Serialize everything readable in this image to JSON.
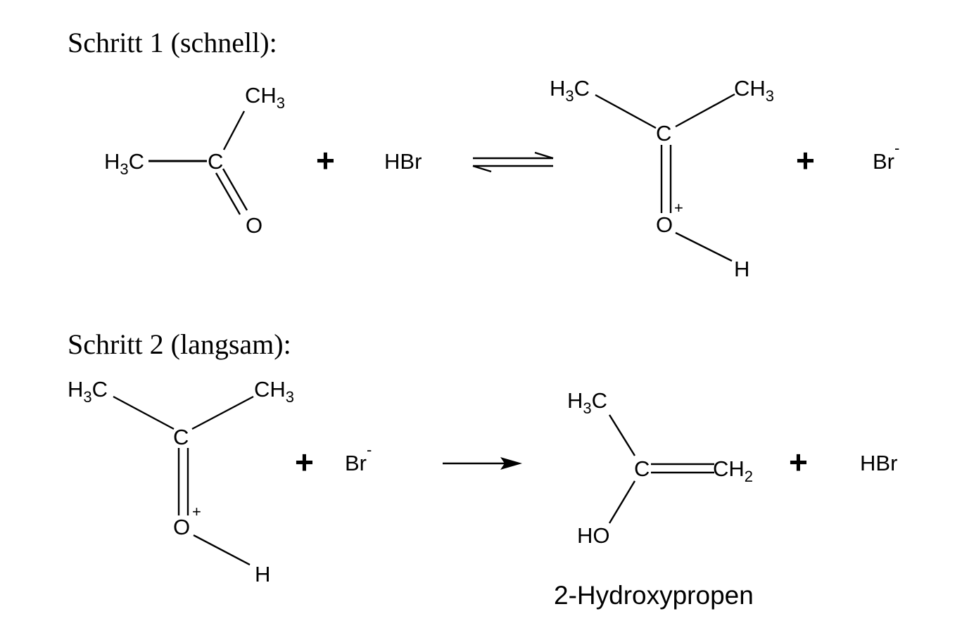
{
  "steps": [
    {
      "heading": "Schritt 1 (schnell):",
      "reactant_ketone": {
        "methyl_left": "C",
        "methyl_top": "CH",
        "carbonyl_carbon": "C",
        "oxygen": "O"
      },
      "reagent": "HBr",
      "arrow": "equilibrium",
      "product_cation": {
        "methyl_left": "C",
        "methyl_right": "CH",
        "carbon": "C",
        "oxygen": "O",
        "charge": "+",
        "hydrogen": "H"
      },
      "byproduct": {
        "label": "Br",
        "charge": "-"
      }
    },
    {
      "heading": "Schritt 2 (langsam):",
      "reactant_cation": {
        "methyl_left": "C",
        "methyl_right": "CH",
        "carbon": "C",
        "oxygen": "O",
        "charge": "+",
        "hydrogen": "H"
      },
      "reagent": {
        "label": "Br",
        "charge": "-"
      },
      "arrow": "forward",
      "product_enol": {
        "methyl": "C",
        "carbon": "C",
        "methylene": "CH",
        "hydroxyl": "HO"
      },
      "byproduct": "HBr",
      "product_name": "2-Hydroxypropen"
    }
  ],
  "formula_fragments": {
    "hydrogen_prefix": "H",
    "subscript_two": "2",
    "subscript_three": "3"
  },
  "operators": {
    "plus": "+"
  }
}
